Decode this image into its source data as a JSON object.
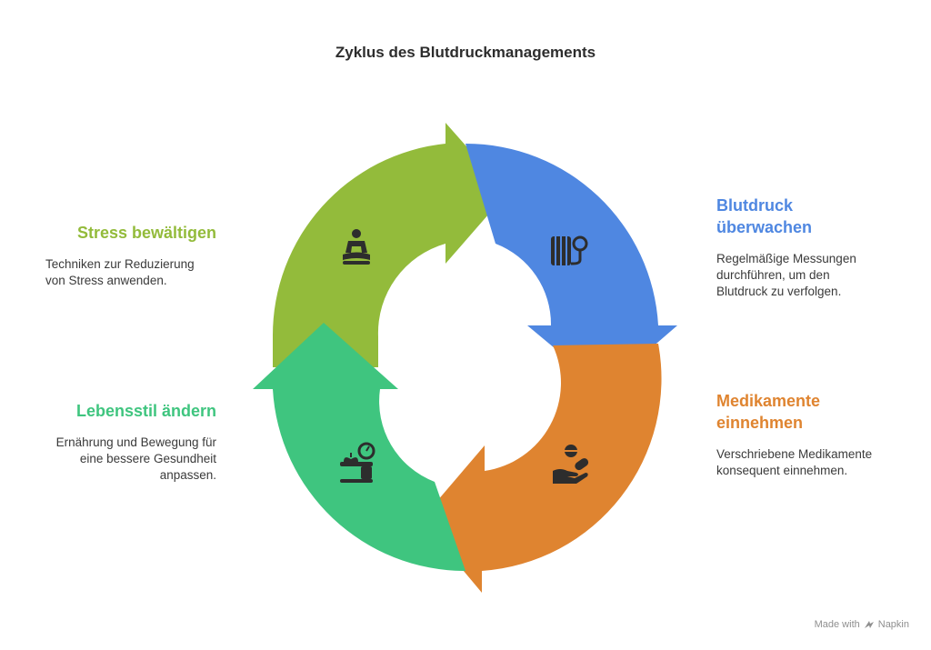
{
  "title": "Zyklus des Blutdruckmanagements",
  "steps": [
    {
      "title": "Blutdruck überwachen",
      "description": "Regelmäßige Messungen durchführen, um den Blutdruck zu verfolgen.",
      "color": "#4f87e1",
      "icon": "blood-pressure-monitor-icon"
    },
    {
      "title": "Medikamente einnehmen",
      "description": "Verschriebene Medikamente konsequent einnehmen.",
      "color": "#df8430",
      "icon": "pill-in-hand-icon"
    },
    {
      "title": "Lebensstil ändern",
      "description": "Ernährung und Bewegung für eine bessere Gesundheit anpassen.",
      "color": "#3fc57f",
      "icon": "apple-scale-icon"
    },
    {
      "title": "Stress bewältigen",
      "description": "Techniken zur Reduzierung von Stress anwenden.",
      "color": "#93bb3b",
      "icon": "meditation-icon"
    }
  ],
  "footer": {
    "text": "Made with",
    "brand": "Napkin"
  }
}
